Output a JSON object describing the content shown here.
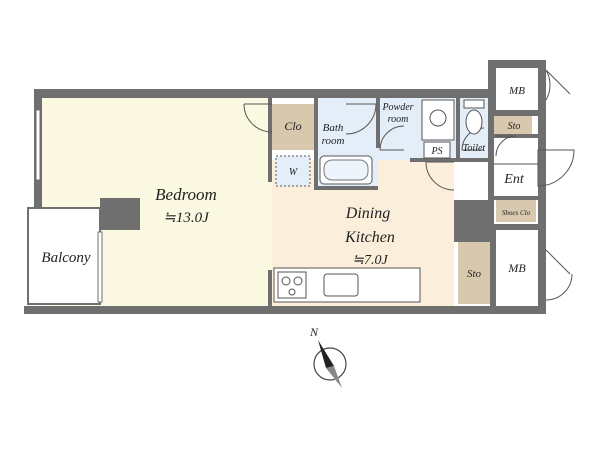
{
  "rooms": {
    "bedroom": {
      "name": "Bedroom",
      "size": "≒13.0J"
    },
    "dining_kitchen": {
      "name_line1": "Dining",
      "name_line2": "Kitchen",
      "size": "≒7.0J"
    },
    "balcony": "Balcony",
    "closet": "Clo",
    "bathroom_line1": "Bath",
    "bathroom_line2": "room",
    "powder_line1": "Powder",
    "powder_line2": "room",
    "ps": "PS",
    "toilet": "Toilet",
    "storage_top": "Sto",
    "storage_kitchen": "Sto",
    "entrance": "Ent",
    "shoes_closet": "Shoes Clo",
    "meter_box_top": "MB",
    "meter_box_bottom": "MB",
    "washer": "W"
  },
  "compass": {
    "north_label": "N"
  },
  "colors": {
    "bedroom_floor": "#fbf9e1",
    "dk_floor": "#fbefdb",
    "wet_area": "#e3eef9",
    "storage": "#d8c8ad",
    "wall": "#6f6f6f"
  }
}
